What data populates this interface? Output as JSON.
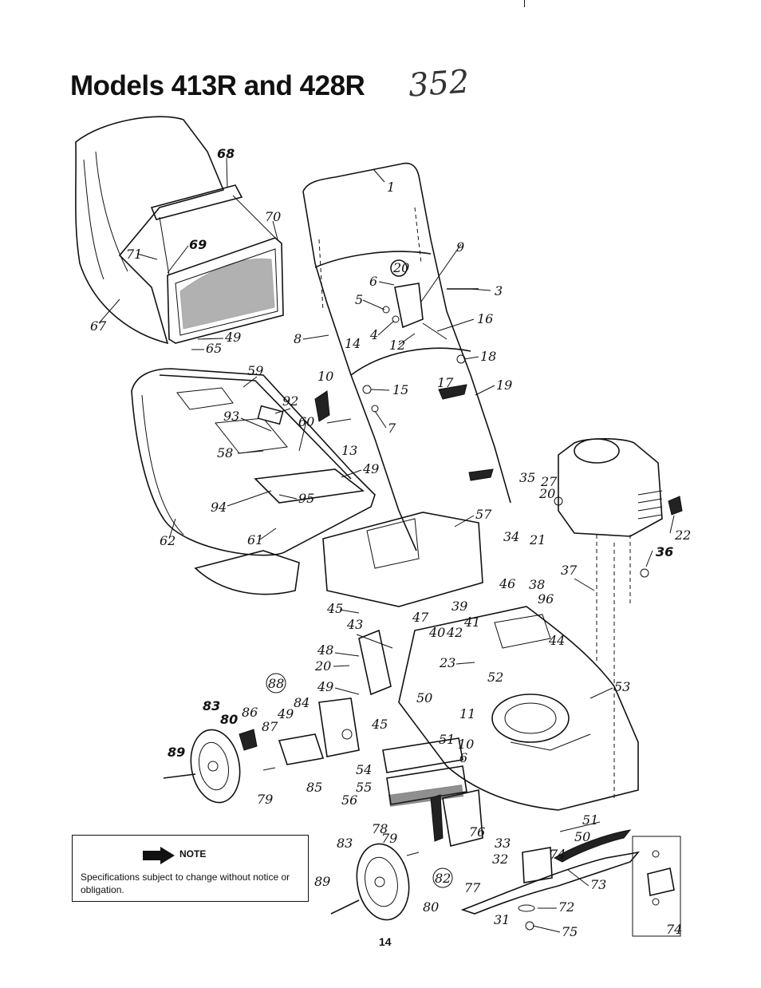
{
  "page": {
    "title": "Models 413R and 428R",
    "handwritten_note": "352",
    "page_number": "14"
  },
  "note": {
    "icon": "arrow-right-icon",
    "heading": "NOTE",
    "text": "Specifications subject to change without notice or obligation."
  },
  "callouts": {
    "c1": "1",
    "c3": "3",
    "c4": "4",
    "c5": "5",
    "c6": "6",
    "c6b": "6",
    "c7": "7",
    "c8": "8",
    "c9": "9",
    "c10": "10",
    "c11": "11",
    "c12": "12",
    "c13": "13",
    "c14": "14",
    "c15": "15",
    "c16": "16",
    "c17": "17",
    "c18": "18",
    "c19": "19",
    "c20": "20",
    "c20b": "20",
    "c20c": "20",
    "c21": "21",
    "c22": "22",
    "c23": "23",
    "c27": "27",
    "c31": "31",
    "c32": "32",
    "c33": "33",
    "c34": "34",
    "c35": "35",
    "c36": "36",
    "c37": "37",
    "c38": "38",
    "c39": "39",
    "c40": "40",
    "c41": "41",
    "c42": "42",
    "c43": "43",
    "c44": "44",
    "c45": "45",
    "c45b": "45",
    "c46": "46",
    "c47": "47",
    "c48": "48",
    "c49": "49",
    "c49b": "49",
    "c49c": "49",
    "c49d": "49",
    "c50": "50",
    "c50b": "50",
    "c51": "51",
    "c51b": "51",
    "c52": "52",
    "c53": "53",
    "c54": "54",
    "c55": "55",
    "c56": "56",
    "c57": "57",
    "c58": "58",
    "c59": "59",
    "c60": "60",
    "c61": "61",
    "c62": "62",
    "c65": "65",
    "c67": "67",
    "c68": "68",
    "c69": "69",
    "c70": "70",
    "c71": "71",
    "c72": "72",
    "c73": "73",
    "c74": "74",
    "c74b": "74",
    "c75": "75",
    "c76": "76",
    "c77": "77",
    "c78": "78",
    "c79": "79",
    "c79b": "79",
    "c80": "80",
    "c80b": "80",
    "c82": "82",
    "c83": "83",
    "c83b": "83",
    "c84": "84",
    "c85": "85",
    "c86": "86",
    "c87": "87",
    "c88": "88",
    "c89": "89",
    "c89b": "89",
    "c92": "92",
    "c93": "93",
    "c94": "94",
    "c95": "95",
    "c96": "96"
  }
}
